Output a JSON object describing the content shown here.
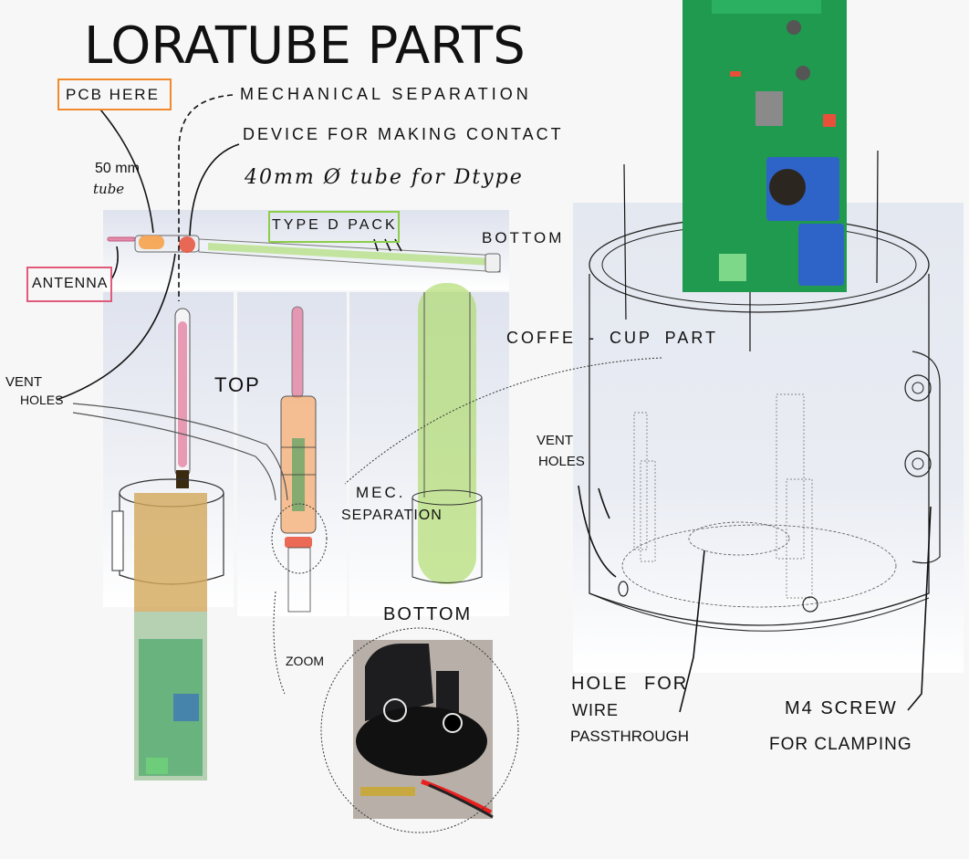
{
  "title": "LORATUBE PARTS",
  "labels": {
    "pcb_here": "PCB HERE",
    "mechanical_separation": "MECHANICAL SEPARATION",
    "device_contact": "DEVICE FOR MAKING CONTACT",
    "tube_40mm": "40mm Ø tube for Dtype",
    "tube_50mm_line1": "50 mm",
    "tube_50mm_line2": "tube",
    "type_d_pack": "TYPE D PACK",
    "bottom_top": "BOTTOM",
    "antenna": "ANTENNA",
    "vent_holes_left_line1": "VENT",
    "vent_holes_left_line2": "HOLES",
    "top": "TOP",
    "mec_separation_line1": "MEC.",
    "mec_separation_line2": "SEPARATION",
    "coffee_cup_part": "COFFE - CUP PART",
    "vent_holes_right_line1": "VENT",
    "vent_holes_right_line2": "HOLES",
    "bottom_photo": "BOTTOM",
    "zoom": "ZOOM",
    "hole_wire_line1": "HOLE FOR",
    "hole_wire_line2": "WIRE",
    "hole_wire_line3": "PASSTHROUGH",
    "m4_screw_line1": "M4 SCREW",
    "m4_screw_line2": "FOR CLAMPING"
  },
  "colors": {
    "pcb_box": "#f08a2c",
    "antenna_box": "#e05a7a",
    "type_d_box": "#8ccd4a",
    "antenna_fill": "#e58aa8",
    "pcb_fill": "#f7a24a",
    "contact_fill": "#e8503a",
    "battery_fill": "#a6d85a",
    "pcb_green": "#1f9a4e",
    "breakout_blue": "#2e64c8"
  }
}
